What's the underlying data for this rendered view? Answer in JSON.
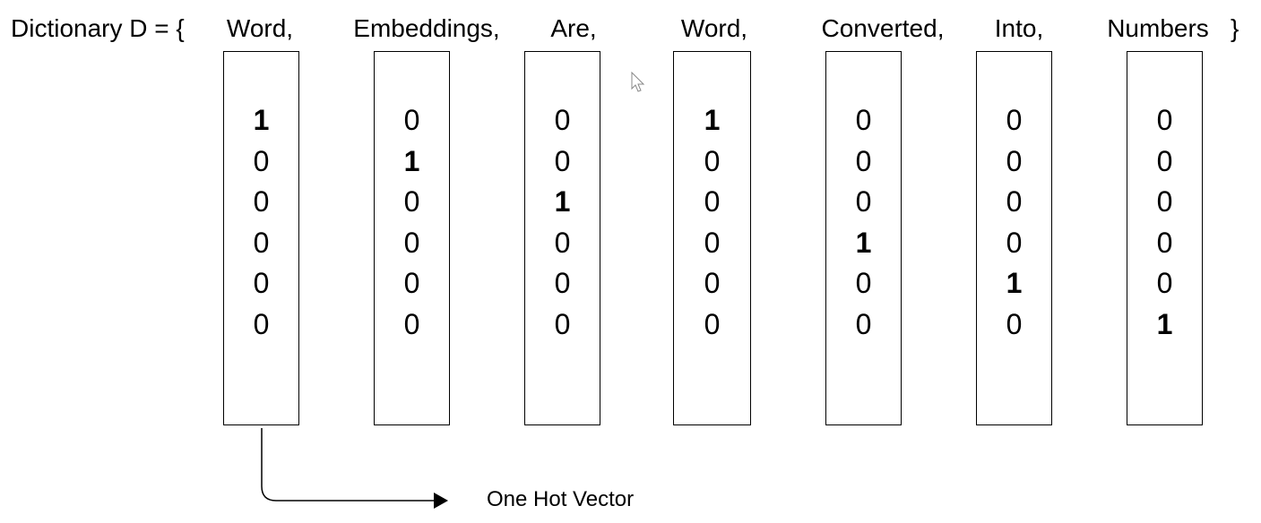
{
  "diagram": {
    "prefix": "Dictionary D = {",
    "close_brace": "}",
    "words": [
      "Word,",
      "Embeddings,",
      "Are,",
      "Word,",
      "Converted,",
      "Into,",
      "Numbers"
    ],
    "vectors": [
      [
        1,
        0,
        0,
        0,
        0,
        0
      ],
      [
        0,
        1,
        0,
        0,
        0,
        0
      ],
      [
        0,
        0,
        1,
        0,
        0,
        0
      ],
      [
        1,
        0,
        0,
        0,
        0,
        0
      ],
      [
        0,
        0,
        0,
        1,
        0,
        0
      ],
      [
        0,
        0,
        0,
        0,
        1,
        0
      ],
      [
        0,
        0,
        0,
        0,
        0,
        1
      ]
    ],
    "caption": "One Hot Vector"
  },
  "colors": {
    "ink": "#000000",
    "background": "#ffffff"
  },
  "icons": {
    "cursor": "mouse-pointer-icon",
    "connector": "arrow-right-icon"
  }
}
